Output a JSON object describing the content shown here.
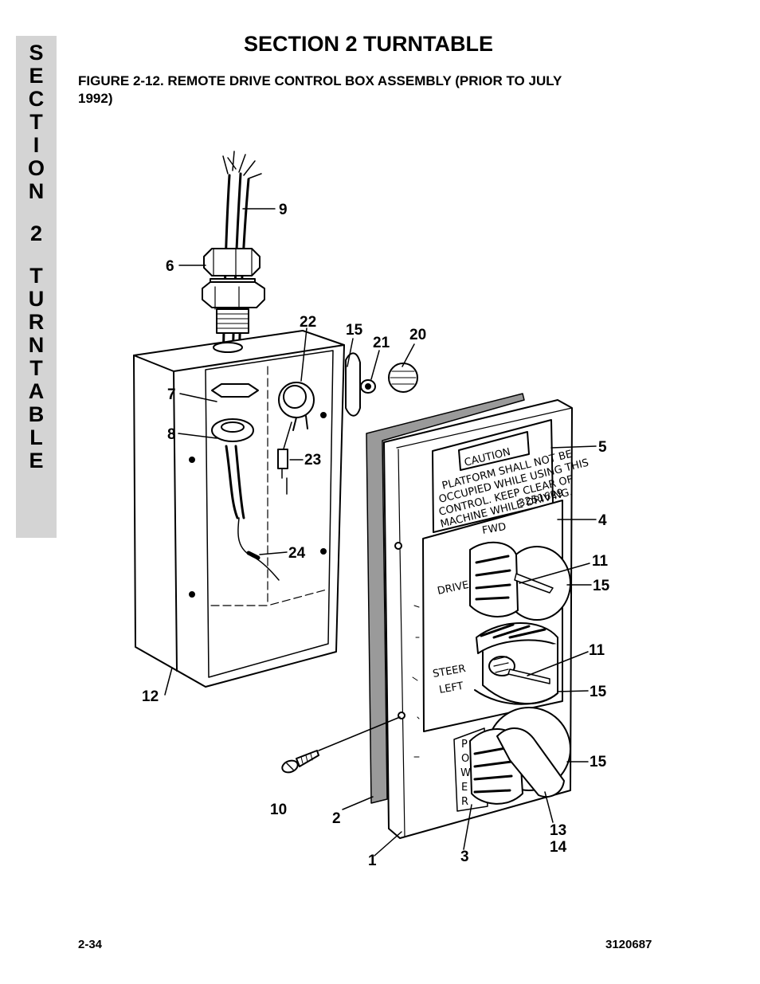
{
  "side_tab": {
    "letters": [
      "S",
      "E",
      "C",
      "T",
      "I",
      "O",
      "N",
      "2",
      "T",
      "U",
      "R",
      "N",
      "T",
      "A",
      "B",
      "L",
      "E"
    ]
  },
  "header": {
    "title": "SECTION 2  TURNTABLE"
  },
  "figure": {
    "caption": "FIGURE 2-12.  REMOTE DRIVE CONTROL BOX ASSEMBLY (PRIOR TO JULY 1992)"
  },
  "callouts": {
    "c1": "1",
    "c2": "2",
    "c3": "3",
    "c4": "4",
    "c5": "5",
    "c6": "6",
    "c7": "7",
    "c8": "8",
    "c9": "9",
    "c10": "10",
    "c11a": "11",
    "c11b": "11",
    "c12": "12",
    "c13": "13",
    "c14": "14",
    "c15a": "15",
    "c15b": "15",
    "c15c": "15",
    "c15d": "15",
    "c20": "20",
    "c21": "21",
    "c22": "22",
    "c23": "23",
    "c24": "24"
  },
  "decal": {
    "caution": "CAUTION",
    "line1": "PLATFORM SHALL NOT BE",
    "line2": "OCCUPIED WHILE USING THIS",
    "line3": "CONTROL. KEEP CLEAR OF",
    "line4": "MACHINE WHILE DRIVING.",
    "part_no": "3251629"
  },
  "panel": {
    "fwd": "FWD",
    "drive": "DRIVE",
    "steer": "STEER",
    "left": "LEFT",
    "power": [
      "P",
      "O",
      "W",
      "E",
      "R"
    ]
  },
  "footer": {
    "page": "2-34",
    "doc_no": "3120687"
  }
}
